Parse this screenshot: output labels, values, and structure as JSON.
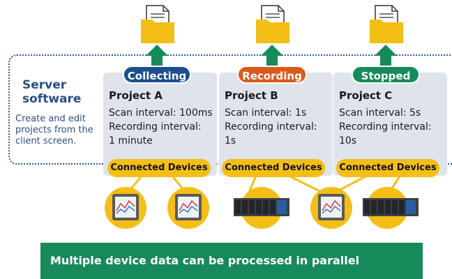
{
  "server": {
    "title": "Server software",
    "description": "Create and edit projects from the client screen."
  },
  "projects": [
    {
      "status": "Collecting",
      "status_color": "#1c4f8c",
      "name": "Project A",
      "scan": "Scan interval: 100ms",
      "rec1": "Recording interval:",
      "rec2": "1 minute",
      "devices_label": "Connected Devices"
    },
    {
      "status": "Recording",
      "status_color": "#d85a1d",
      "name": "Project B",
      "scan": "Scan interval: 1s",
      "rec1": "Recording interval:",
      "rec2": "1s",
      "devices_label": "Connected Devices"
    },
    {
      "status": "Stopped",
      "status_color": "#178a5a",
      "name": "Project C",
      "scan": "Scan interval: 5s",
      "rec1": "Recording interval:",
      "rec2": "10s",
      "devices_label": "Connected Devices"
    }
  ],
  "banner": "Multiple device data can be processed in parallel",
  "colors": {
    "yellow": "#f3bf16",
    "green_arrow": "#178a5a",
    "card_bg": "#dfe4ec",
    "frame": "#2a5a9a"
  }
}
